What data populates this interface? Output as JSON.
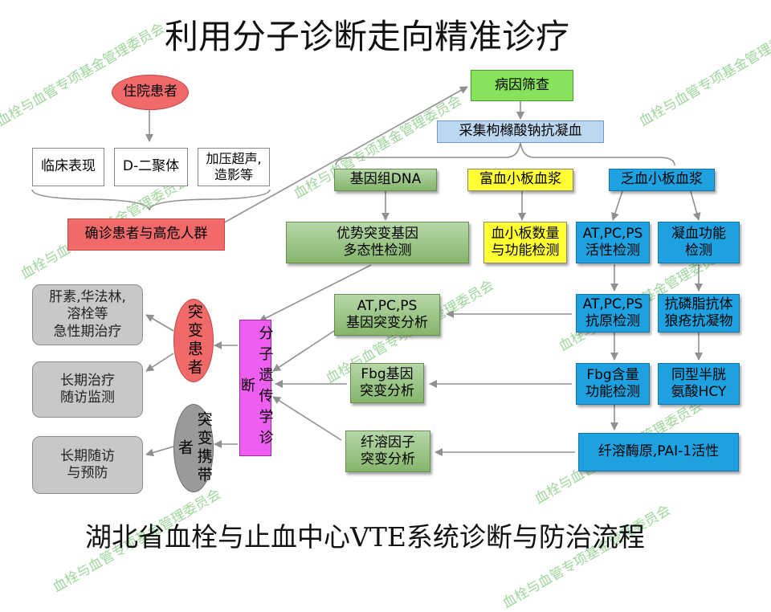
{
  "title": "利用分子诊断走向精准诊疗",
  "footer": "湖北省血栓与止血中心VTE系统诊断与防治流程",
  "watermark": "血栓与血管专项基金管理委员会",
  "nodes": {
    "inpatient": "住院患者",
    "clinical": "临床表现",
    "ddimer": "D-二聚体",
    "ultrasound": "加压超声,\n造影等",
    "confirm": "确诊患者与高危人群",
    "screening": "病因筛查",
    "collect": "采集枸橼酸钠抗凝血",
    "dna": "基因组DNA",
    "prp": "富血小板血浆",
    "ppp": "乏血小板血浆",
    "polymorphism": "优势突变基因\n多态性检测",
    "platelet": "血小板数量\n与功能检测",
    "atpcps_activity": "AT,PC,PS\n活性检测",
    "coag_func": "凝血功能\n检测",
    "atpcps_gene": "AT,PC,PS\n基因突变分析",
    "atpcps_antigen": "AT,PC,PS\n抗原检测",
    "antiphospholipid": "抗磷脂抗体\n狼疮抗凝物",
    "fbg_gene": "Fbg基因\n突变分析",
    "fbg_content": "Fbg含量\n功能检测",
    "hcy": "同型半胱\n氨酸HCY",
    "fibrinolysis_gene": "纤溶因子\n突变分析",
    "plasminogen": "纤溶酶原,PAI-1活性",
    "molecular": "分子遗传学诊断",
    "mutant_patient": "突变患者",
    "mutant_carrier": "突变携带者",
    "acute_treatment": "肝素,华法林,\n溶栓等\n急性期治疗",
    "long_treatment": "长期治疗\n随访监测",
    "long_followup": "长期随访\n与预防"
  },
  "colors": {
    "red": "#f06a6a",
    "green": "#86b56c",
    "yellow": "#ffff33",
    "blue": "#1da1e0",
    "magenta": "#ee5ef0",
    "gray": "#c8c8c8",
    "watermark": "#8ecf8a"
  }
}
